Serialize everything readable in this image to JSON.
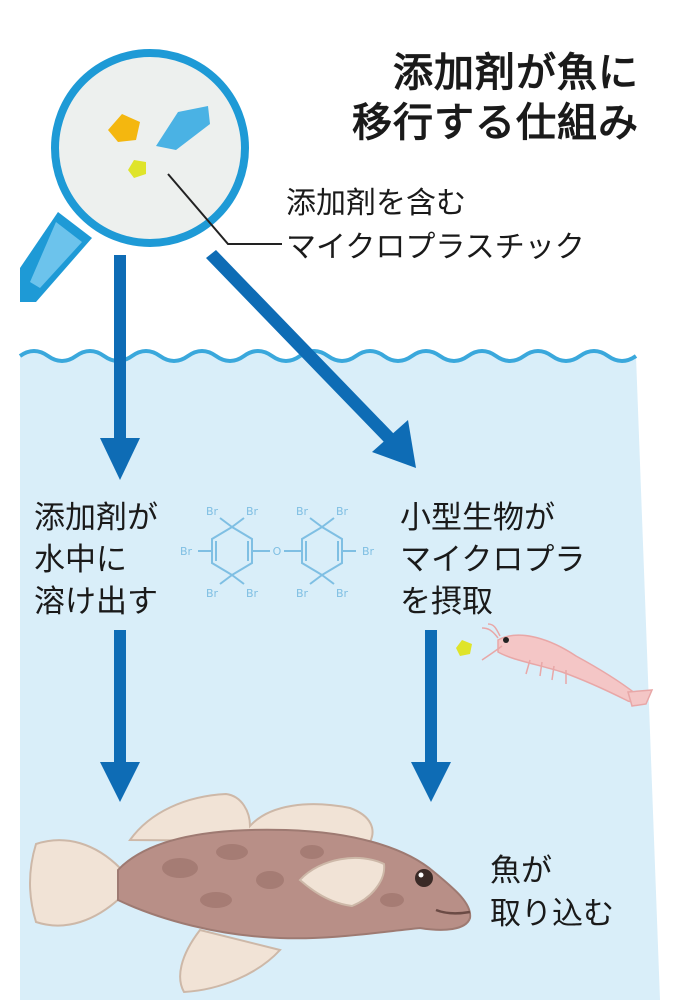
{
  "title": {
    "line1": "添加剤が魚に",
    "line2": "移行する仕組み"
  },
  "magnifier_caption": {
    "line1": "添加剤を含む",
    "line2": "マイクロプラスチック"
  },
  "left_step": {
    "line1": "添加剤が",
    "line2": "水中に",
    "line3": "溶け出す"
  },
  "right_step": {
    "line1": "小型生物が",
    "line2": "マイクロプラ",
    "line3": "を摂取"
  },
  "fish_step": {
    "line1": "魚が",
    "line2": "取り込む"
  },
  "molecule": {
    "oxygen": "O",
    "bromine": "Br"
  },
  "colors": {
    "water": "#d9eef9",
    "wave": "#3aa8dc",
    "arrow": "#0e6cb5",
    "lens_rim": "#1e9ad6",
    "lens_glass": "#edf0ee",
    "handle": "#1e9ad6",
    "particle_orange": "#f4b70f",
    "particle_blue": "#4ab2e4",
    "particle_yellow": "#dfe42a",
    "molecule": "#7fbfe3",
    "fish_body": "#b88f87",
    "fish_fin": "#f1e3d6",
    "shrimp": "#f4c6c6"
  },
  "icons": {
    "magnifier": "magnifier-icon",
    "fish": "fish-icon",
    "shrimp": "shrimp-icon",
    "molecule": "molecule-icon"
  }
}
